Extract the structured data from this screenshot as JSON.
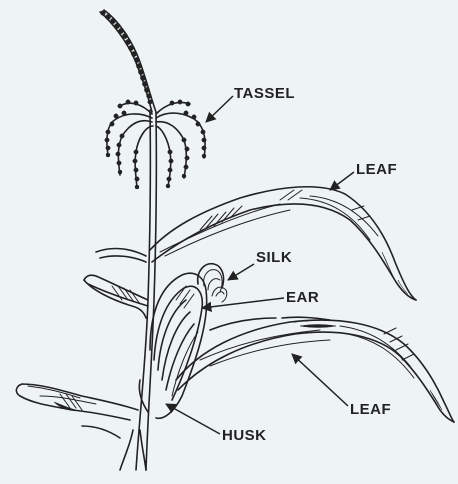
{
  "diagram": {
    "colors": {
      "background": "#eef4f6",
      "ink": "#222222"
    },
    "labels": {
      "tassel": "TASSEL",
      "leaf_upper": "LEAF",
      "silk": "SILK",
      "ear": "EAR",
      "leaf_lower": "LEAF",
      "husk": "HUSK"
    }
  }
}
